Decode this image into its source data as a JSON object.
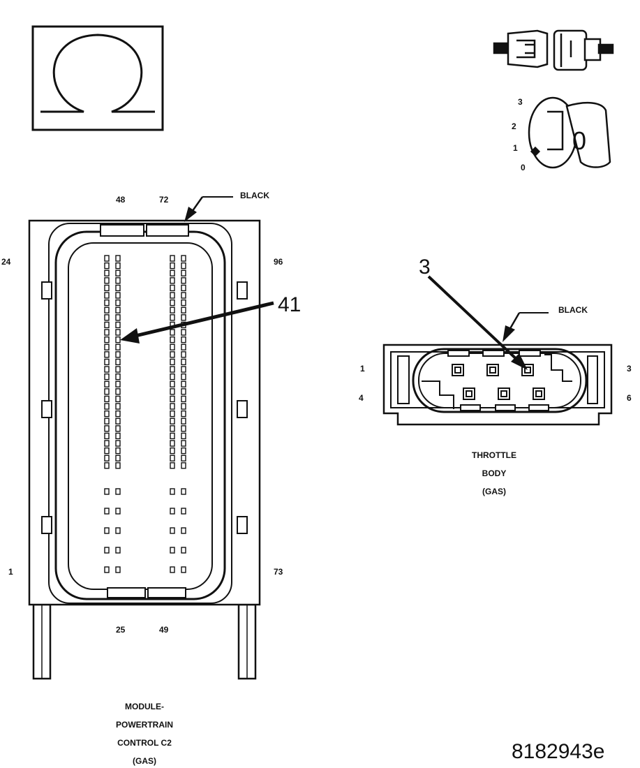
{
  "ohm_icon": {
    "icon": "ohm-icon"
  },
  "disconnect_icon": {
    "icon": "connector-disconnect-icon"
  },
  "ignition": {
    "icon": "ignition-key-icon",
    "positions": [
      "3",
      "2",
      "1",
      "0"
    ],
    "key_label": "0"
  },
  "pcm": {
    "wire_color": "BLACK",
    "pin_top_left": "48",
    "pin_top_right": "72",
    "pin_left_top": "24",
    "pin_right_top": "96",
    "pin_left_bottom": "1",
    "pin_right_bottom": "73",
    "pin_bottom_left": "25",
    "pin_bottom_right": "49",
    "callout_pin": "41",
    "caption": [
      "MODULE-",
      "POWERTRAIN",
      "CONTROL C2",
      "(GAS)"
    ]
  },
  "throttle": {
    "wire_color": "BLACK",
    "callout_pin": "3",
    "pin_left_top": "1",
    "pin_left_bottom": "4",
    "pin_right_top": "3",
    "pin_right_bottom": "6",
    "caption": [
      "THROTTLE",
      "BODY",
      "(GAS)"
    ]
  },
  "figure_id": "8182943e"
}
